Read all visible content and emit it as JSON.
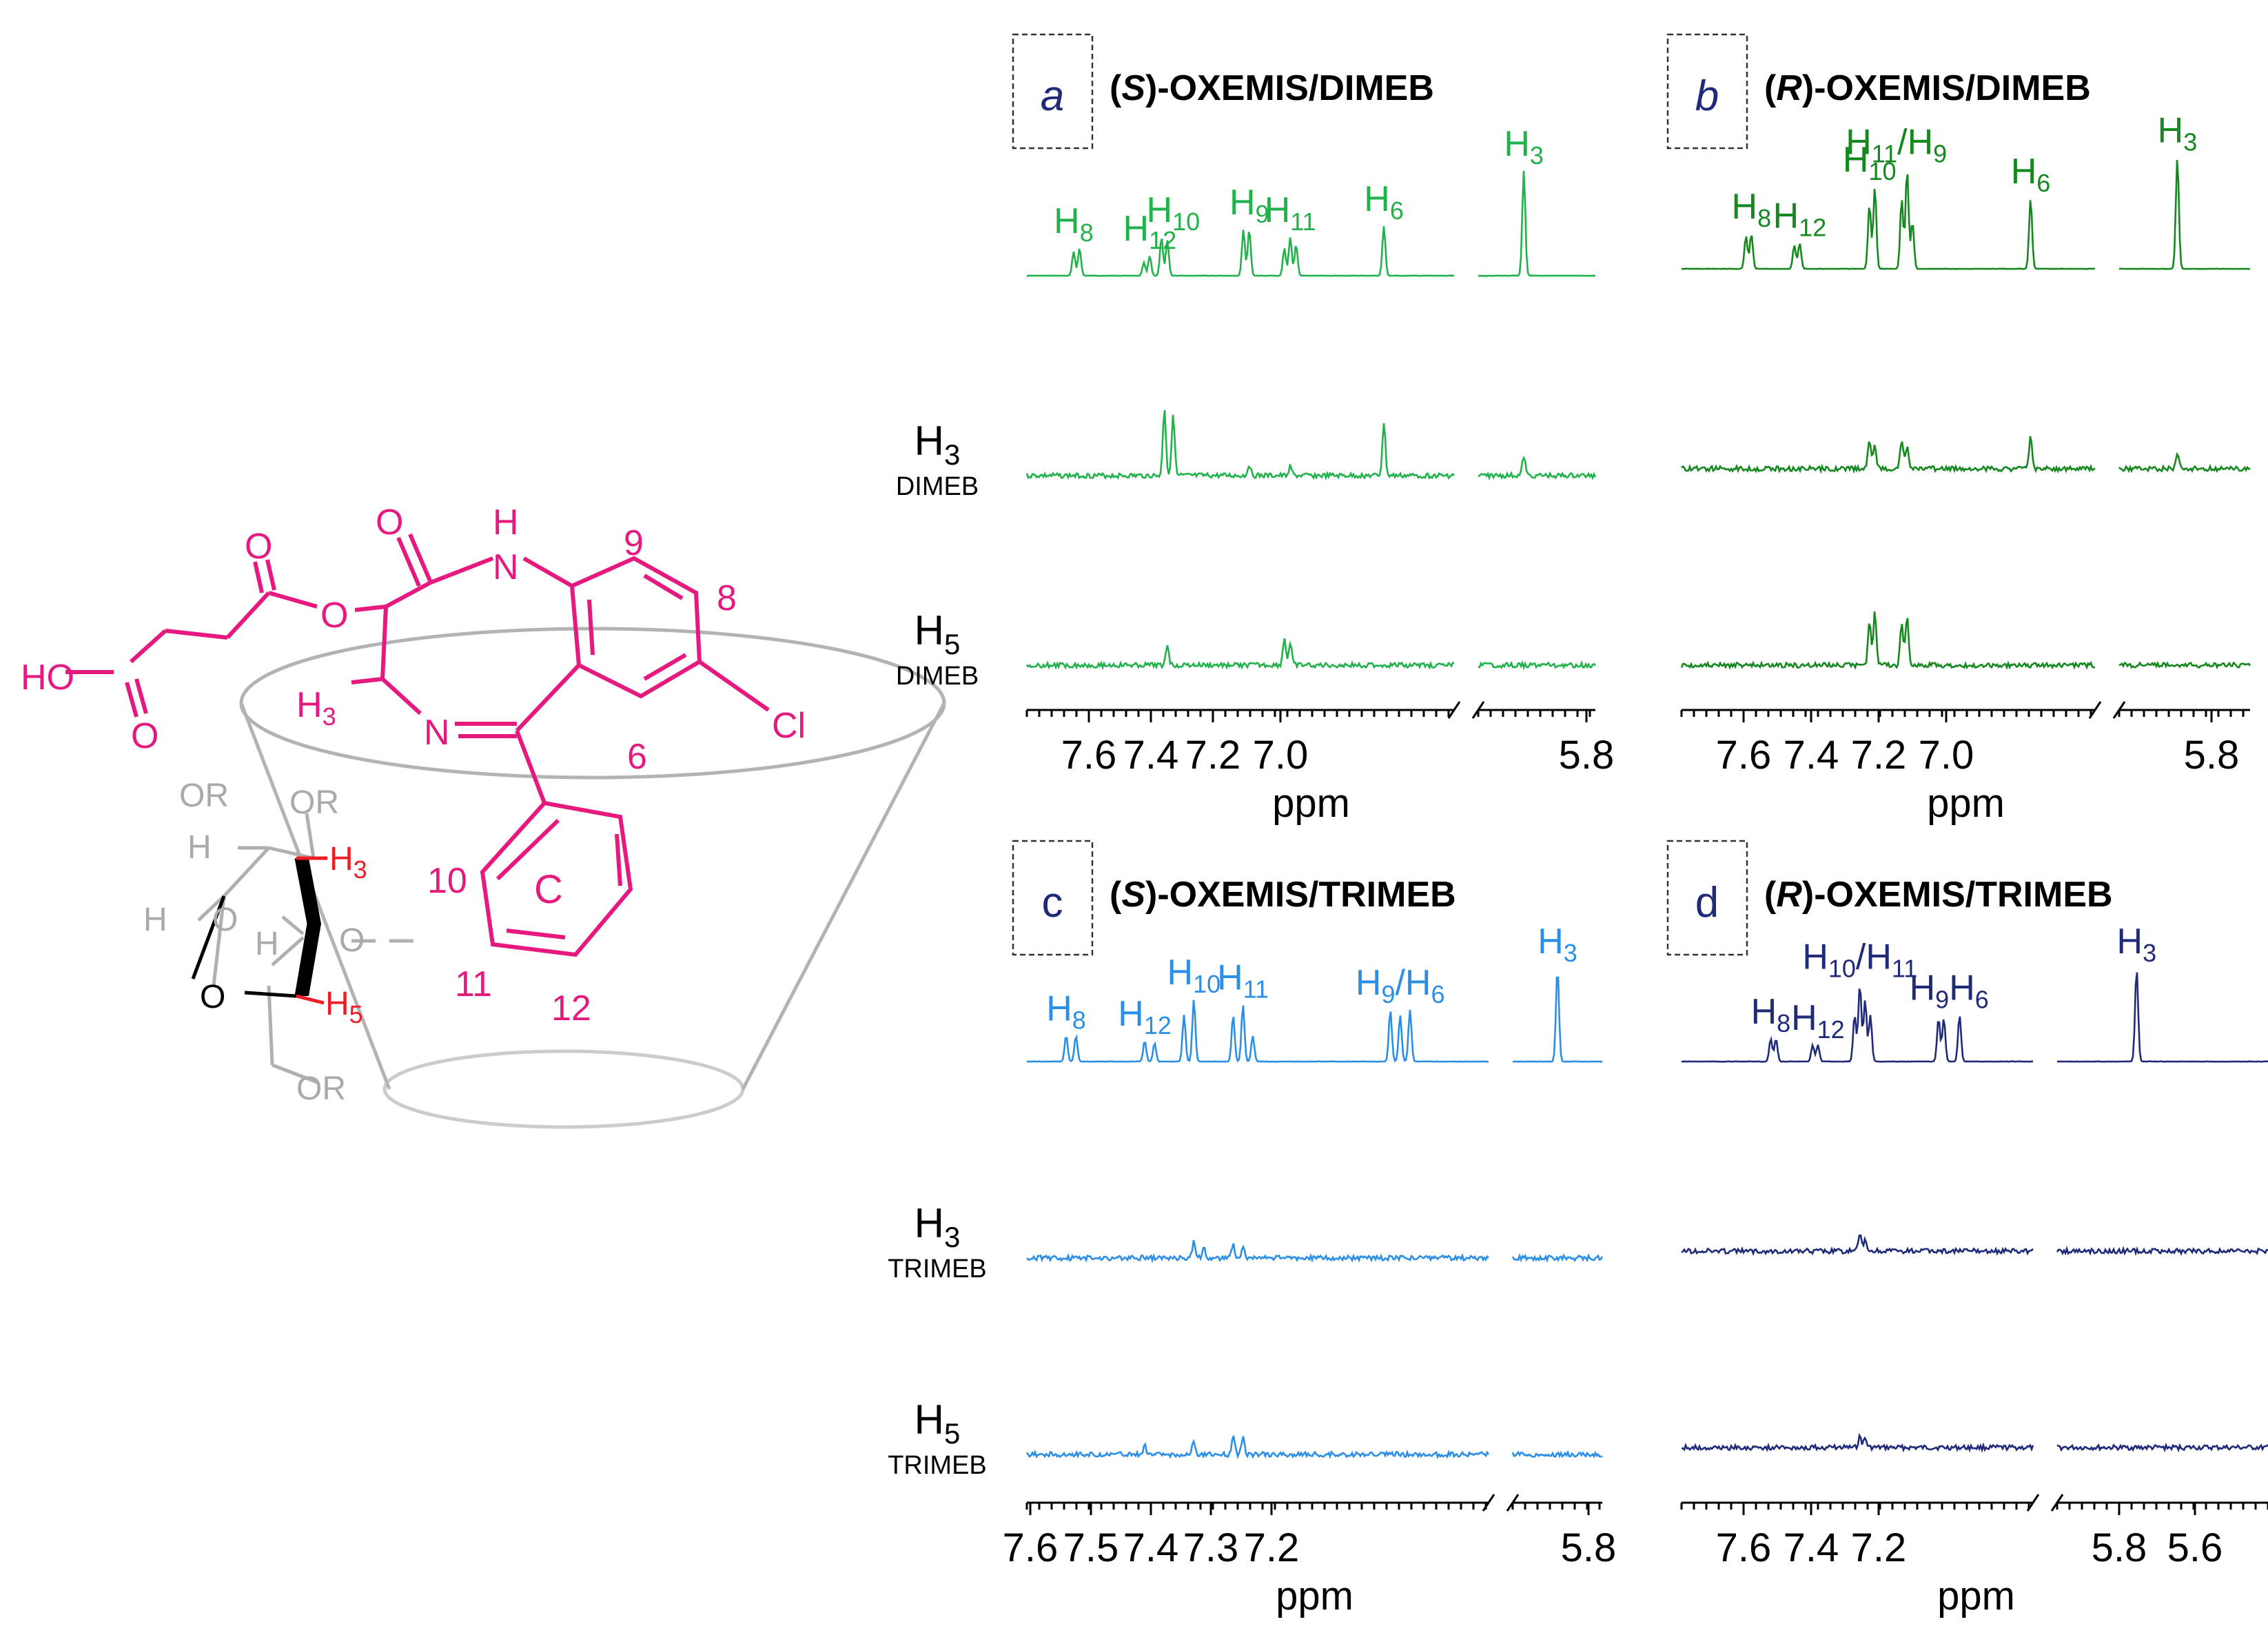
{
  "molecule": {
    "atoms": {
      "HO": "HO",
      "O_acid_carbonyl": "O",
      "O_ester_carbonyl": "O",
      "O_ester": "O",
      "O_amide": "O",
      "N_amide": "N",
      "H_amide": "H",
      "N_imine": "N",
      "Cl": "Cl",
      "ring_label": "C",
      "methyl": "H3",
      "pos_9": "9",
      "pos_8": "8",
      "pos_6": "6",
      "pos_10": "10",
      "pos_11": "11",
      "pos_12": "12"
    },
    "cyclodextrin": {
      "OR_1": "OR",
      "OR_2": "OR",
      "OR_3": "OR",
      "H_a": "H",
      "H_b": "H",
      "H_c": "H",
      "O_ring_gray": "O",
      "O_ring_black": "O",
      "O_link": "O",
      "H3": "H3",
      "H5": "H5"
    },
    "colors": {
      "drug": "#e6197f",
      "highlight": "#ee1c25",
      "cd_gray": "#aaaaaa",
      "black": "#000000"
    }
  },
  "chart_data": [
    {
      "type": "nmr",
      "panel": "a",
      "title": "(S)-OXEMIS/DIMEB",
      "color": "#22b24c",
      "xlabel": "ppm",
      "x_ticks": [
        "7.6",
        "7.4",
        "7.2",
        "7.0",
        "5.8"
      ],
      "axis_break": true,
      "rows": [
        {
          "name": "",
          "sub": "",
          "peaks": [
            {
              "x": 7.61,
              "h": 0.22
            },
            {
              "x": 7.6,
              "h": 0.25
            },
            {
              "x": 7.49,
              "h": 0.12
            },
            {
              "x": 7.48,
              "h": 0.18
            },
            {
              "x": 7.46,
              "h": 0.35
            },
            {
              "x": 7.45,
              "h": 0.32
            },
            {
              "x": 7.32,
              "h": 0.42
            },
            {
              "x": 7.31,
              "h": 0.42
            },
            {
              "x": 7.25,
              "h": 0.25
            },
            {
              "x": 7.24,
              "h": 0.35
            },
            {
              "x": 7.23,
              "h": 0.28
            },
            {
              "x": 7.08,
              "h": 0.45
            },
            {
              "x": 5.85,
              "h": 0.95
            }
          ]
        },
        {
          "name": "H3",
          "sub": "DIMEB",
          "peaks": [
            {
              "x": 7.455,
              "h": 0.7
            },
            {
              "x": 7.44,
              "h": 0.65
            },
            {
              "x": 7.31,
              "h": 0.12
            },
            {
              "x": 7.24,
              "h": 0.1
            },
            {
              "x": 7.08,
              "h": 0.55
            },
            {
              "x": 5.85,
              "h": 0.2
            }
          ]
        },
        {
          "name": "H5",
          "sub": "DIMEB",
          "peaks": [
            {
              "x": 7.45,
              "h": 0.22
            },
            {
              "x": 7.25,
              "h": 0.28
            },
            {
              "x": 7.24,
              "h": 0.22
            }
          ]
        }
      ],
      "labels": [
        {
          "t": "H",
          "s": "8",
          "x": 7.61
        },
        {
          "t": "H",
          "s": "12",
          "x": 7.48
        },
        {
          "t": "H",
          "s": "10",
          "x": 7.44
        },
        {
          "t": "H",
          "s": "9",
          "x": 7.31
        },
        {
          "t": "H",
          "s": "11",
          "x": 7.24
        },
        {
          "t": "H",
          "s": "6",
          "x": 7.08
        },
        {
          "t": "H",
          "s": "3",
          "x": 5.85
        }
      ]
    },
    {
      "type": "nmr",
      "panel": "b",
      "title": "(R)-OXEMIS/DIMEB",
      "color": "#15881f",
      "xlabel": "ppm",
      "x_ticks": [
        "7.6",
        "7.4",
        "7.2",
        "7.0",
        "5.8"
      ],
      "axis_break": true,
      "rows": [
        {
          "name": "",
          "sub": "",
          "peaks": [
            {
              "x": 7.59,
              "h": 0.28
            },
            {
              "x": 7.58,
              "h": 0.3
            },
            {
              "x": 7.5,
              "h": 0.2
            },
            {
              "x": 7.49,
              "h": 0.22
            },
            {
              "x": 7.36,
              "h": 0.55
            },
            {
              "x": 7.35,
              "h": 0.7
            },
            {
              "x": 7.3,
              "h": 0.6
            },
            {
              "x": 7.29,
              "h": 0.85
            },
            {
              "x": 7.28,
              "h": 0.4
            },
            {
              "x": 7.06,
              "h": 0.6
            },
            {
              "x": 5.84,
              "h": 0.95
            }
          ]
        },
        {
          "name": "",
          "sub": "",
          "peaks": [
            {
              "x": 7.36,
              "h": 0.3
            },
            {
              "x": 7.35,
              "h": 0.25
            },
            {
              "x": 7.3,
              "h": 0.3
            },
            {
              "x": 7.29,
              "h": 0.22
            },
            {
              "x": 7.06,
              "h": 0.35
            },
            {
              "x": 5.84,
              "h": 0.15
            }
          ]
        },
        {
          "name": "",
          "sub": "",
          "peaks": [
            {
              "x": 7.36,
              "h": 0.45
            },
            {
              "x": 7.35,
              "h": 0.55
            },
            {
              "x": 7.3,
              "h": 0.45
            },
            {
              "x": 7.29,
              "h": 0.5
            }
          ]
        }
      ],
      "labels": [
        {
          "t": "H",
          "s": "8",
          "x": 7.58
        },
        {
          "t": "H",
          "s": "12",
          "x": 7.49
        },
        {
          "t": "H",
          "s": "10",
          "x": 7.36
        },
        {
          "t": "H",
          "s": "11",
          "t2": "/H",
          "s2": "9",
          "x": 7.31
        },
        {
          "t": "H",
          "s": "6",
          "x": 7.06
        },
        {
          "t": "H",
          "s": "3",
          "x": 5.84
        }
      ]
    },
    {
      "type": "nmr",
      "panel": "c",
      "title": "(S)-OXEMIS/TRIMEB",
      "color": "#2b8fe8",
      "xlabel": "ppm",
      "x_ticks": [
        "7.6",
        "7.5",
        "7.4",
        "7.3",
        "7.2",
        "5.8"
      ],
      "axis_break": true,
      "rows": [
        {
          "name": "",
          "sub": "",
          "peaks": [
            {
              "x": 7.56,
              "h": 0.25
            },
            {
              "x": 7.55,
              "h": 0.25
            },
            {
              "x": 7.48,
              "h": 0.2
            },
            {
              "x": 7.47,
              "h": 0.18
            },
            {
              "x": 7.44,
              "h": 0.45
            },
            {
              "x": 7.43,
              "h": 0.6
            },
            {
              "x": 7.39,
              "h": 0.45
            },
            {
              "x": 7.38,
              "h": 0.55
            },
            {
              "x": 7.37,
              "h": 0.25
            },
            {
              "x": 7.23,
              "h": 0.5
            },
            {
              "x": 7.22,
              "h": 0.45
            },
            {
              "x": 7.21,
              "h": 0.5
            },
            {
              "x": 5.84,
              "h": 0.9
            }
          ]
        },
        {
          "name": "H3",
          "sub": "TRIMEB",
          "peaks": [
            {
              "x": 7.43,
              "h": 0.18
            },
            {
              "x": 7.42,
              "h": 0.12
            },
            {
              "x": 7.39,
              "h": 0.15
            },
            {
              "x": 7.38,
              "h": 0.12
            }
          ]
        },
        {
          "name": "H5",
          "sub": "TRIMEB",
          "peaks": [
            {
              "x": 7.48,
              "h": 0.1
            },
            {
              "x": 7.43,
              "h": 0.15
            },
            {
              "x": 7.39,
              "h": 0.22
            },
            {
              "x": 7.38,
              "h": 0.2
            }
          ]
        }
      ],
      "labels": [
        {
          "t": "H",
          "s": "8",
          "x": 7.56
        },
        {
          "t": "H",
          "s": "12",
          "x": 7.48
        },
        {
          "t": "H",
          "s": "10",
          "x": 7.43
        },
        {
          "t": "H",
          "s": "11",
          "x": 7.38
        },
        {
          "t": "H",
          "s": "9",
          "t2": "/H",
          "s2": "6",
          "x": 7.22
        },
        {
          "t": "H",
          "s": "3",
          "x": 5.84
        }
      ]
    },
    {
      "type": "nmr",
      "panel": "d",
      "title": "(R)-OXEMIS/TRIMEB",
      "color": "#1f2a7a",
      "xlabel": "ppm",
      "x_ticks": [
        "7.6",
        "7.4",
        "7.2",
        "5.8",
        "5.6"
      ],
      "axis_break": true,
      "rows": [
        {
          "name": "",
          "sub": "",
          "peaks": [
            {
              "x": 7.55,
              "h": 0.22
            },
            {
              "x": 7.54,
              "h": 0.22
            },
            {
              "x": 7.47,
              "h": 0.16
            },
            {
              "x": 7.46,
              "h": 0.16
            },
            {
              "x": 7.39,
              "h": 0.45
            },
            {
              "x": 7.38,
              "h": 0.75
            },
            {
              "x": 7.37,
              "h": 0.6
            },
            {
              "x": 7.36,
              "h": 0.45
            },
            {
              "x": 7.23,
              "h": 0.42
            },
            {
              "x": 7.22,
              "h": 0.42
            },
            {
              "x": 7.19,
              "h": 0.45
            },
            {
              "x": 5.82,
              "h": 0.9
            }
          ]
        },
        {
          "name": "",
          "sub": "",
          "peaks": [
            {
              "x": 7.38,
              "h": 0.18
            },
            {
              "x": 7.37,
              "h": 0.12
            }
          ]
        },
        {
          "name": "",
          "sub": "",
          "peaks": [
            {
              "x": 7.38,
              "h": 0.12
            },
            {
              "x": 7.37,
              "h": 0.1
            }
          ]
        }
      ],
      "labels": [
        {
          "t": "H",
          "s": "8",
          "x": 7.55
        },
        {
          "t": "H",
          "s": "12",
          "x": 7.46
        },
        {
          "t": "H",
          "s": "10",
          "t2": "/H",
          "s2": "11",
          "x": 7.38
        },
        {
          "t": "H",
          "s": "9",
          "t2": "H",
          "s2": "6",
          "x": 7.21
        },
        {
          "t": "H",
          "s": "3",
          "x": 5.82
        }
      ]
    }
  ]
}
